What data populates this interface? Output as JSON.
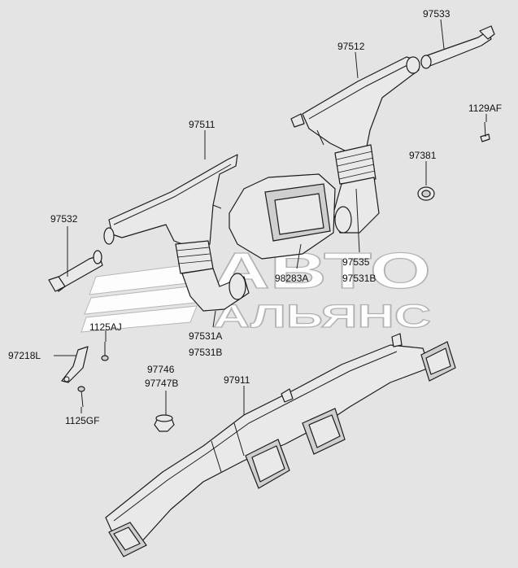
{
  "diagram": {
    "labels": [
      {
        "id": "97533",
        "text": "97533"
      },
      {
        "id": "97512",
        "text": "97512"
      },
      {
        "id": "1129AF",
        "text": "1129AF"
      },
      {
        "id": "97511",
        "text": "97511"
      },
      {
        "id": "97381",
        "text": "97381"
      },
      {
        "id": "97532",
        "text": "97532"
      },
      {
        "id": "97535",
        "text": "97535"
      },
      {
        "id": "98283A",
        "text": "98283A"
      },
      {
        "id": "97531B_r",
        "text": "97531B"
      },
      {
        "id": "1125AJ",
        "text": "1125AJ"
      },
      {
        "id": "97218L",
        "text": "97218L"
      },
      {
        "id": "97531A",
        "text": "97531A"
      },
      {
        "id": "97531B_l",
        "text": "97531B"
      },
      {
        "id": "97746",
        "text": "97746"
      },
      {
        "id": "97747B",
        "text": "97747B"
      },
      {
        "id": "97911",
        "text": "97911"
      },
      {
        "id": "1125GF",
        "text": "1125GF"
      }
    ]
  },
  "watermark": {
    "line1": "АВТО",
    "line2": "АЛЬЯНС"
  }
}
